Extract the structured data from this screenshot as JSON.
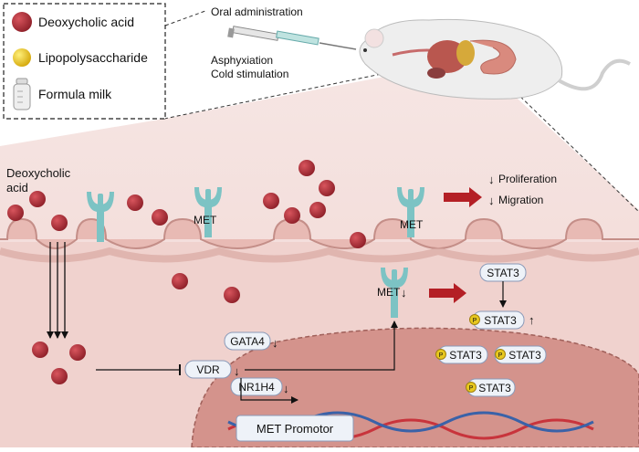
{
  "legend": {
    "items": [
      {
        "label": "Deoxycholic acid",
        "icon": "red-sphere-icon",
        "color": "#a8303a"
      },
      {
        "label": "Lipopolysaccharide",
        "icon": "yellow-sphere-icon",
        "color": "#e8c81e"
      },
      {
        "label": "Formula milk",
        "icon": "milk-bottle-icon"
      }
    ]
  },
  "top": {
    "oral_administration": "Oral administration",
    "asphyxiation": "Asphyxiation",
    "cold_stimulation": "Cold stimulation"
  },
  "labels": {
    "deoxycholic_line1": "Deoxycholic",
    "deoxycholic_line2": "acid",
    "met": "MET",
    "proliferation": "Proliferation",
    "migration": "Migration",
    "stat3": "STAT3",
    "p": "P",
    "gata4": "GATA4",
    "vdr": "VDR",
    "nr1h4": "NR1H4",
    "met_promotor": "MET Promotor"
  },
  "colors": {
    "cell_bg": "#f3dcd8",
    "membrane": "#d9a8a2",
    "nucleus": "#d38f88",
    "receptor": "#7cc3c4",
    "arrow_red": "#b41f25",
    "dna_red": "#c8343c",
    "dna_blue": "#3a62a8"
  }
}
